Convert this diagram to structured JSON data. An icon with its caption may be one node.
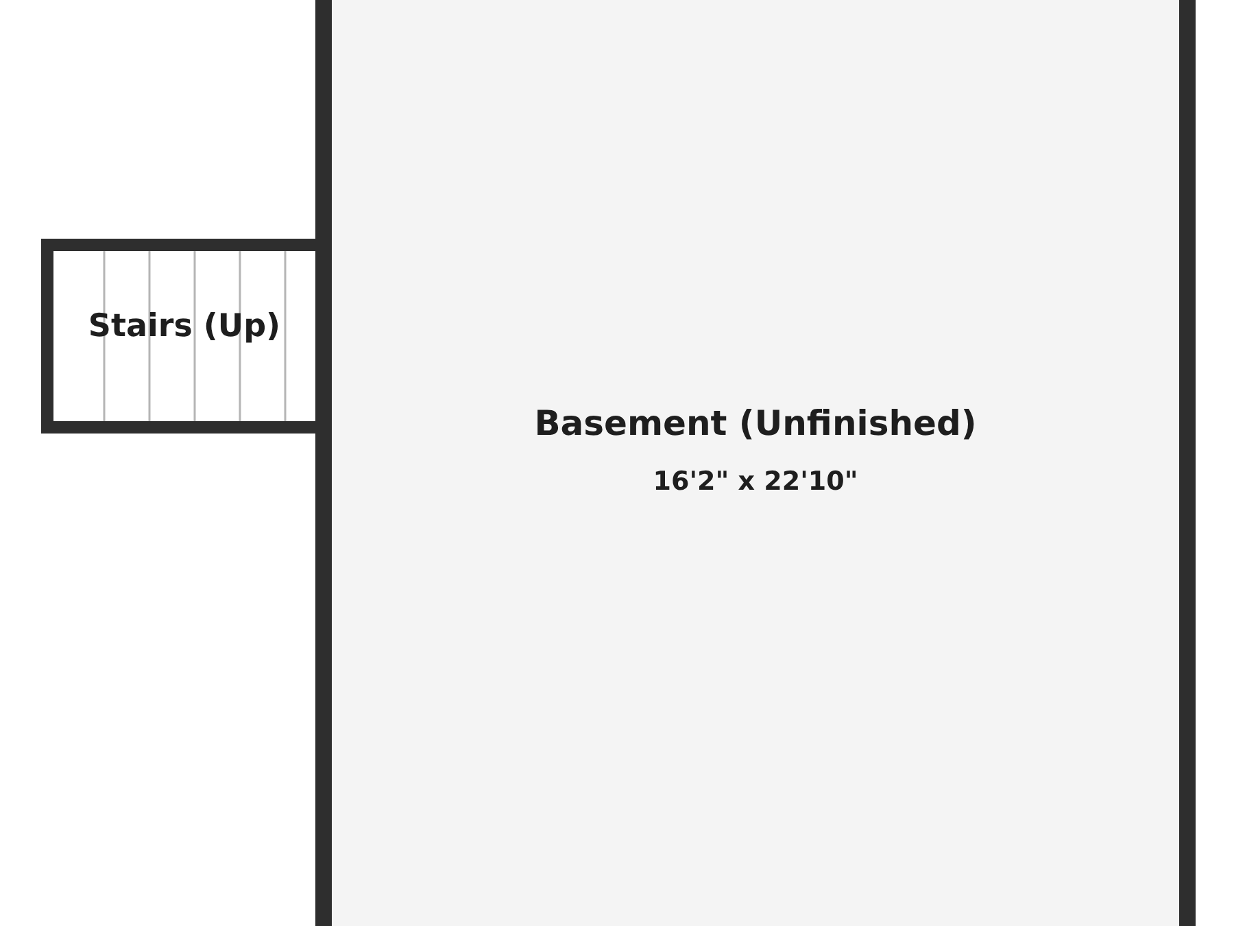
{
  "diagram": {
    "nodes": [
      {
        "text": [
          "Basement (Unfinished)",
          "16'2\" x 22'10\""
        ]
      },
      {
        "text": [
          "Stairs (Up)"
        ]
      }
    ]
  }
}
